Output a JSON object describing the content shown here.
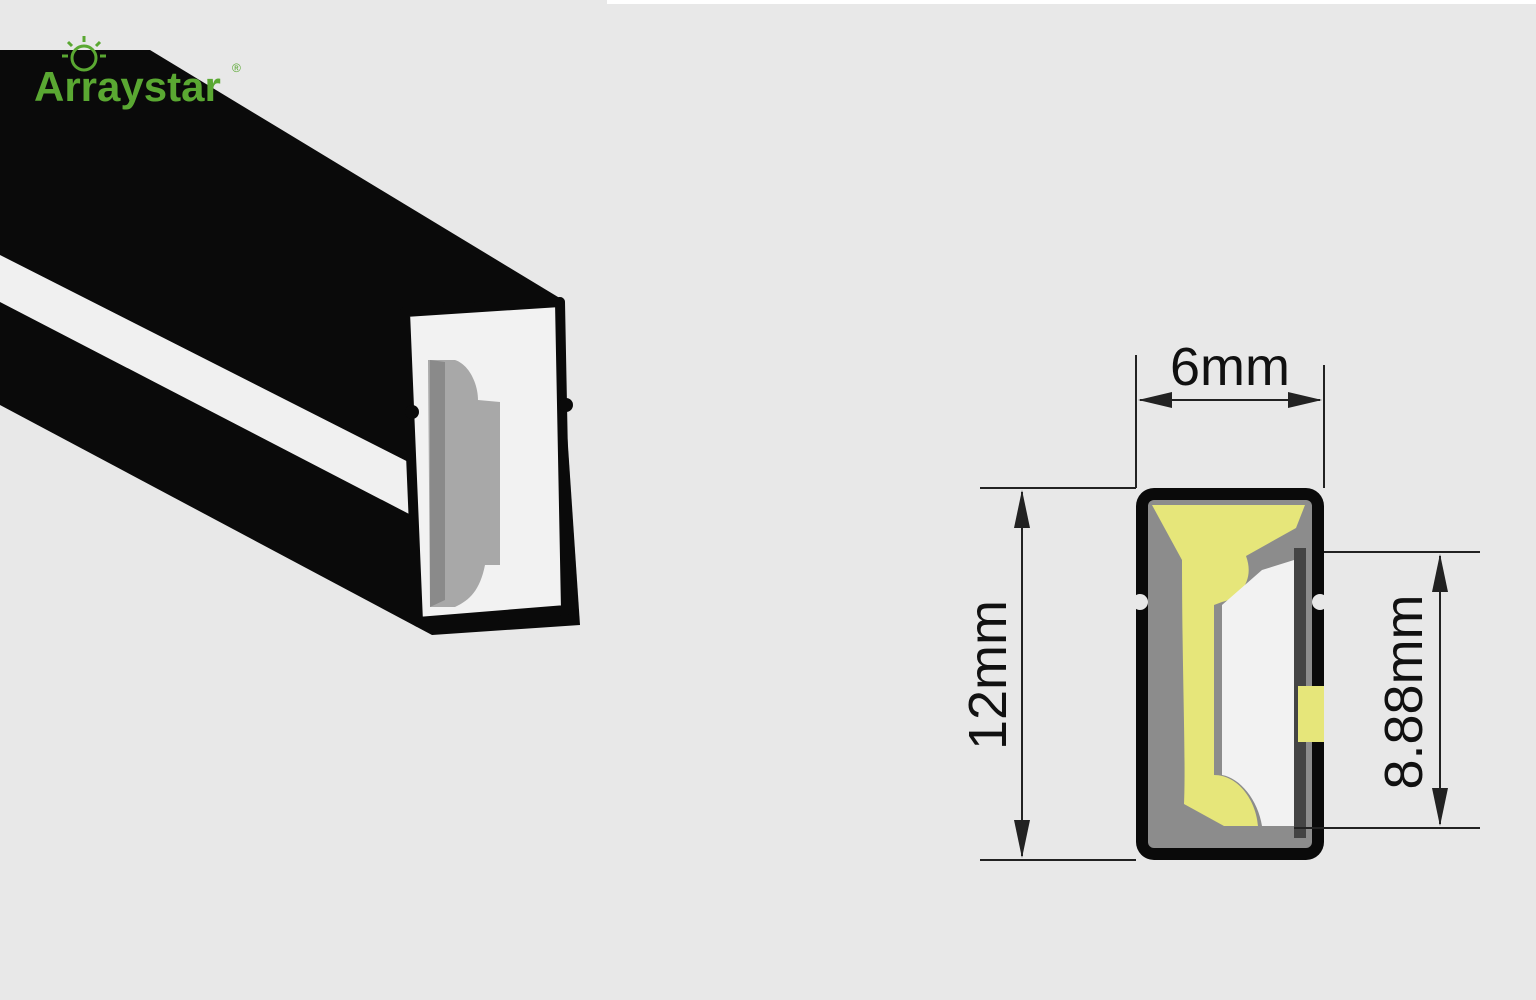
{
  "brand": {
    "logo_text": "Arraystar",
    "registered_mark": "®",
    "color": "#5aa832"
  },
  "colors": {
    "background": "#e8e8e8",
    "profile_black": "#0a0a0a",
    "diffuser_white": "#f2f2f2",
    "inner_gray": "#8c8c8c",
    "led_yellow": "#e6e67a",
    "dimension_line": "#222222"
  },
  "dimensions": {
    "width_label": "6mm",
    "height_label": "12mm",
    "inner_height_label": "8.88mm"
  }
}
